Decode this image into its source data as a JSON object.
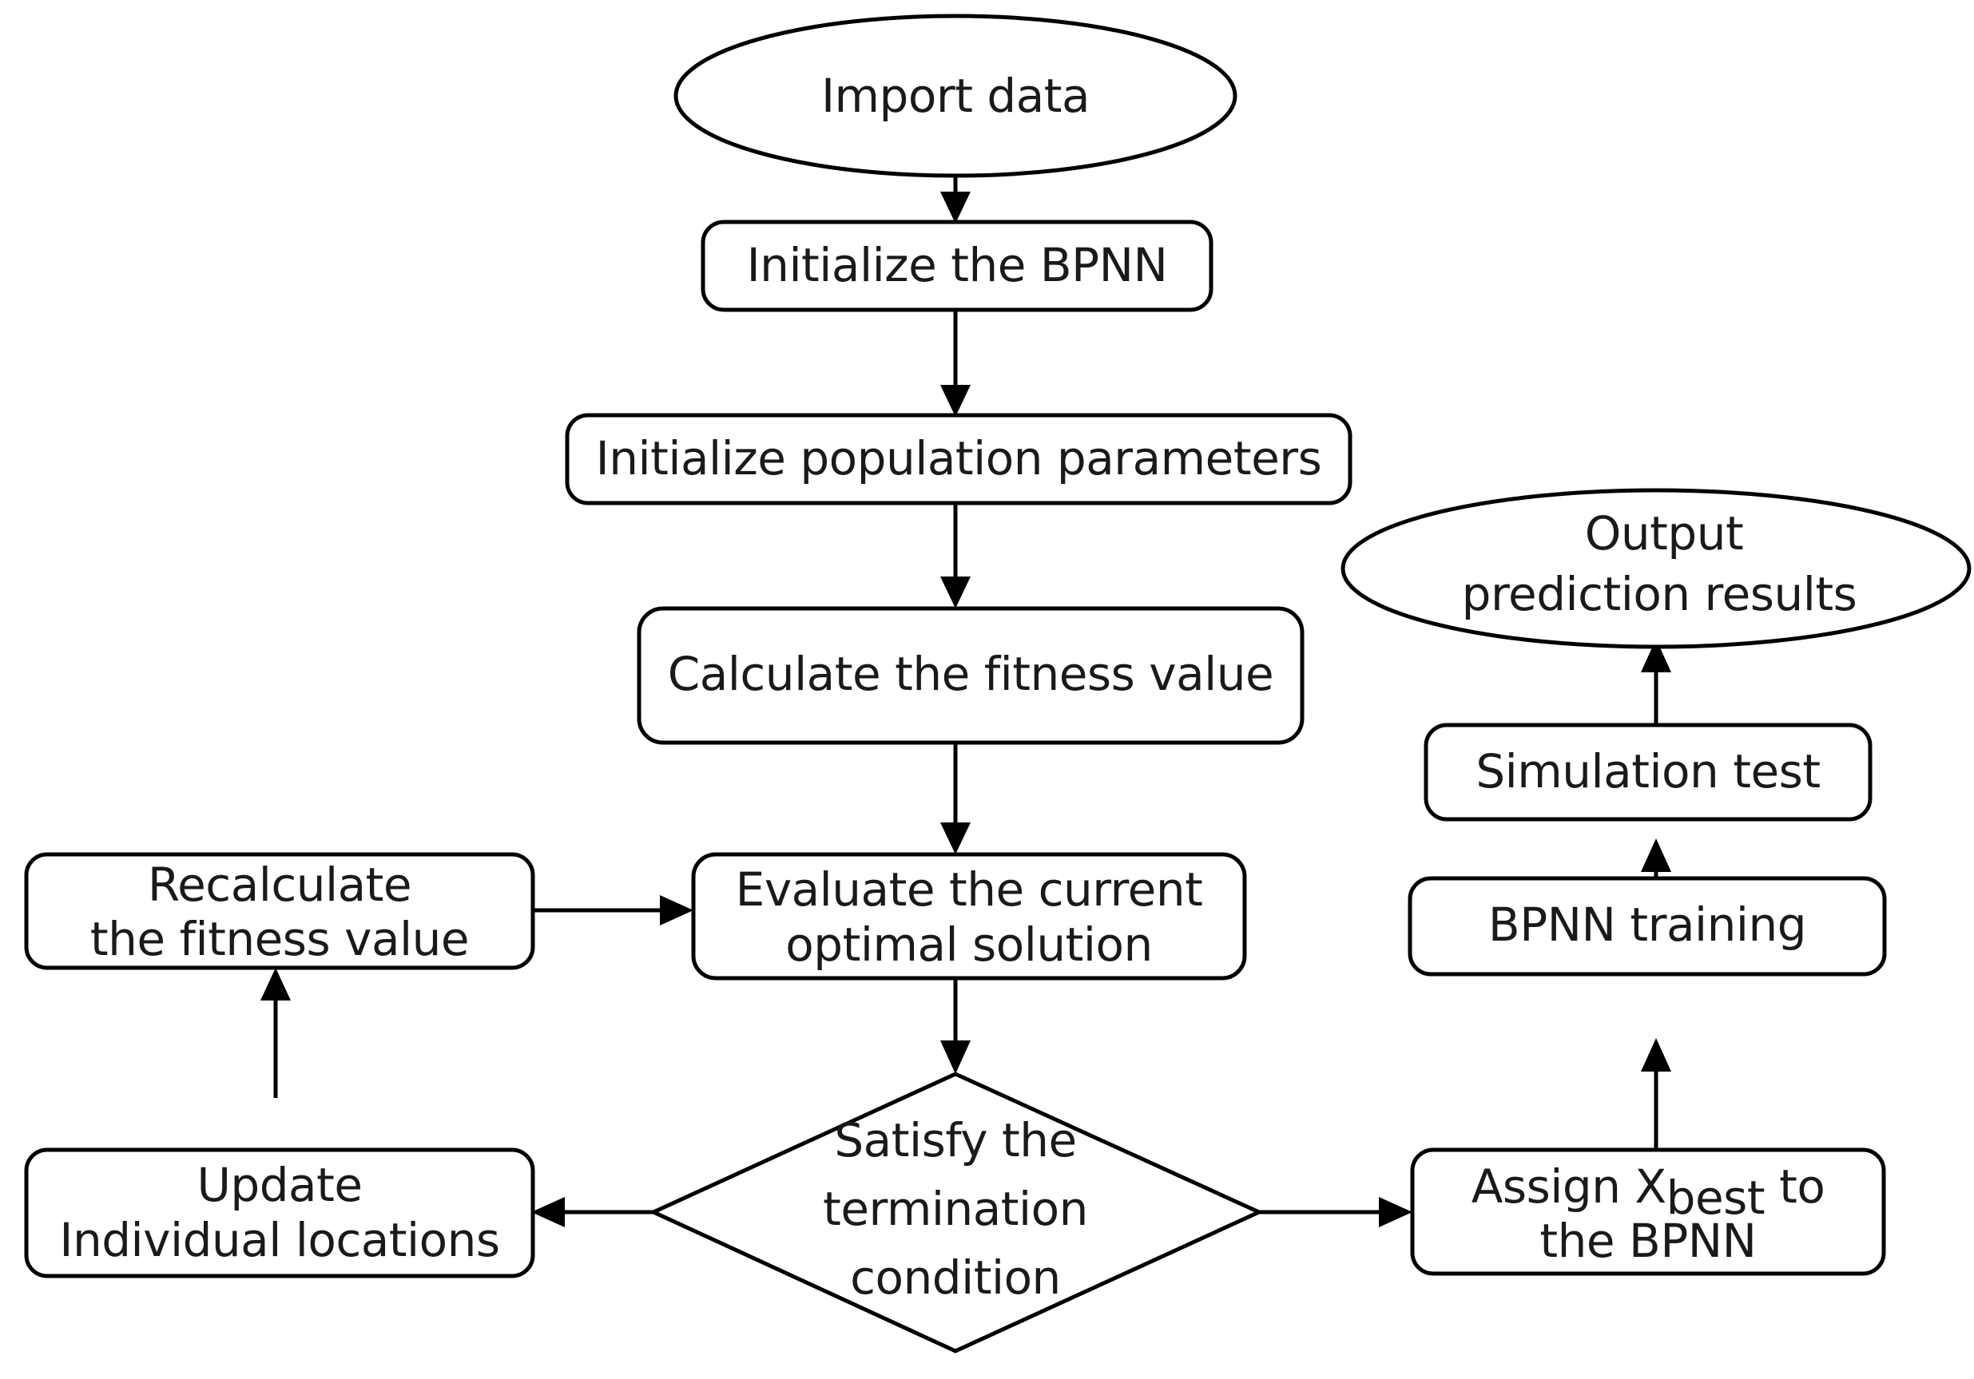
{
  "diagram": {
    "title": "BPNN optimization flowchart",
    "background_color": "#ffffff",
    "stroke_color": "#000000",
    "text_color": "#1a1a1a",
    "nodes": [
      {
        "id": "import-data",
        "shape": "ellipse",
        "label": "Import data"
      },
      {
        "id": "initialize-bpnn",
        "shape": "rounded-rect",
        "label": "Initialize the BPNN"
      },
      {
        "id": "initialize-population",
        "shape": "rounded-rect",
        "label": "Initialize population parameters"
      },
      {
        "id": "calculate-fitness",
        "shape": "rounded-rect",
        "label": "Calculate the fitness value"
      },
      {
        "id": "evaluate-optimal",
        "shape": "rounded-rect",
        "label_line1": "Evaluate the current",
        "label_line2": "optimal solution"
      },
      {
        "id": "recalculate-fitness",
        "shape": "rounded-rect",
        "label_line1": "Recalculate",
        "label_line2": "the fitness value"
      },
      {
        "id": "update-locations",
        "shape": "rounded-rect",
        "label_line1": "Update",
        "label_line2": "Individual locations"
      },
      {
        "id": "termination-decision",
        "shape": "diamond",
        "label_line1": "Satisfy the",
        "label_line2": "termination",
        "label_line3": "condition"
      },
      {
        "id": "assign-xbest",
        "shape": "rounded-rect",
        "label_line1_pre": "Assign X",
        "label_line1_sub": "best",
        "label_line1_post": " to",
        "label_line2": "the BPNN"
      },
      {
        "id": "bpnn-training",
        "shape": "rounded-rect",
        "label": "BPNN training"
      },
      {
        "id": "simulation-test",
        "shape": "rounded-rect",
        "label": "Simulation test"
      },
      {
        "id": "output-results",
        "shape": "ellipse",
        "label_line1": "Output",
        "label_line2": "prediction results"
      }
    ],
    "edges": [
      {
        "id": "edge-import-to-init",
        "from": "import-data",
        "to": "initialize-bpnn",
        "direction": "down"
      },
      {
        "id": "edge-init-to-population",
        "from": "initialize-bpnn",
        "to": "initialize-population",
        "direction": "down"
      },
      {
        "id": "edge-population-to-fitness",
        "from": "initialize-population",
        "to": "calculate-fitness",
        "direction": "down"
      },
      {
        "id": "edge-fitness-to-evaluate",
        "from": "calculate-fitness",
        "to": "evaluate-optimal",
        "direction": "down"
      },
      {
        "id": "edge-evaluate-to-decision",
        "from": "evaluate-optimal",
        "to": "termination-decision",
        "direction": "down"
      },
      {
        "id": "edge-decision-to-update",
        "from": "termination-decision",
        "to": "update-locations",
        "direction": "left"
      },
      {
        "id": "edge-update-to-recalculate",
        "from": "update-locations",
        "to": "recalculate-fitness",
        "direction": "up"
      },
      {
        "id": "edge-recalculate-to-evaluate",
        "from": "recalculate-fitness",
        "to": "evaluate-optimal",
        "direction": "right"
      },
      {
        "id": "edge-decision-to-assign",
        "from": "termination-decision",
        "to": "assign-xbest",
        "direction": "right"
      },
      {
        "id": "edge-assign-to-training",
        "from": "assign-xbest",
        "to": "bpnn-training",
        "direction": "up"
      },
      {
        "id": "edge-training-to-simulation",
        "from": "bpnn-training",
        "to": "simulation-test",
        "direction": "up"
      },
      {
        "id": "edge-simulation-to-output",
        "from": "simulation-test",
        "to": "output-results",
        "direction": "up"
      }
    ]
  }
}
